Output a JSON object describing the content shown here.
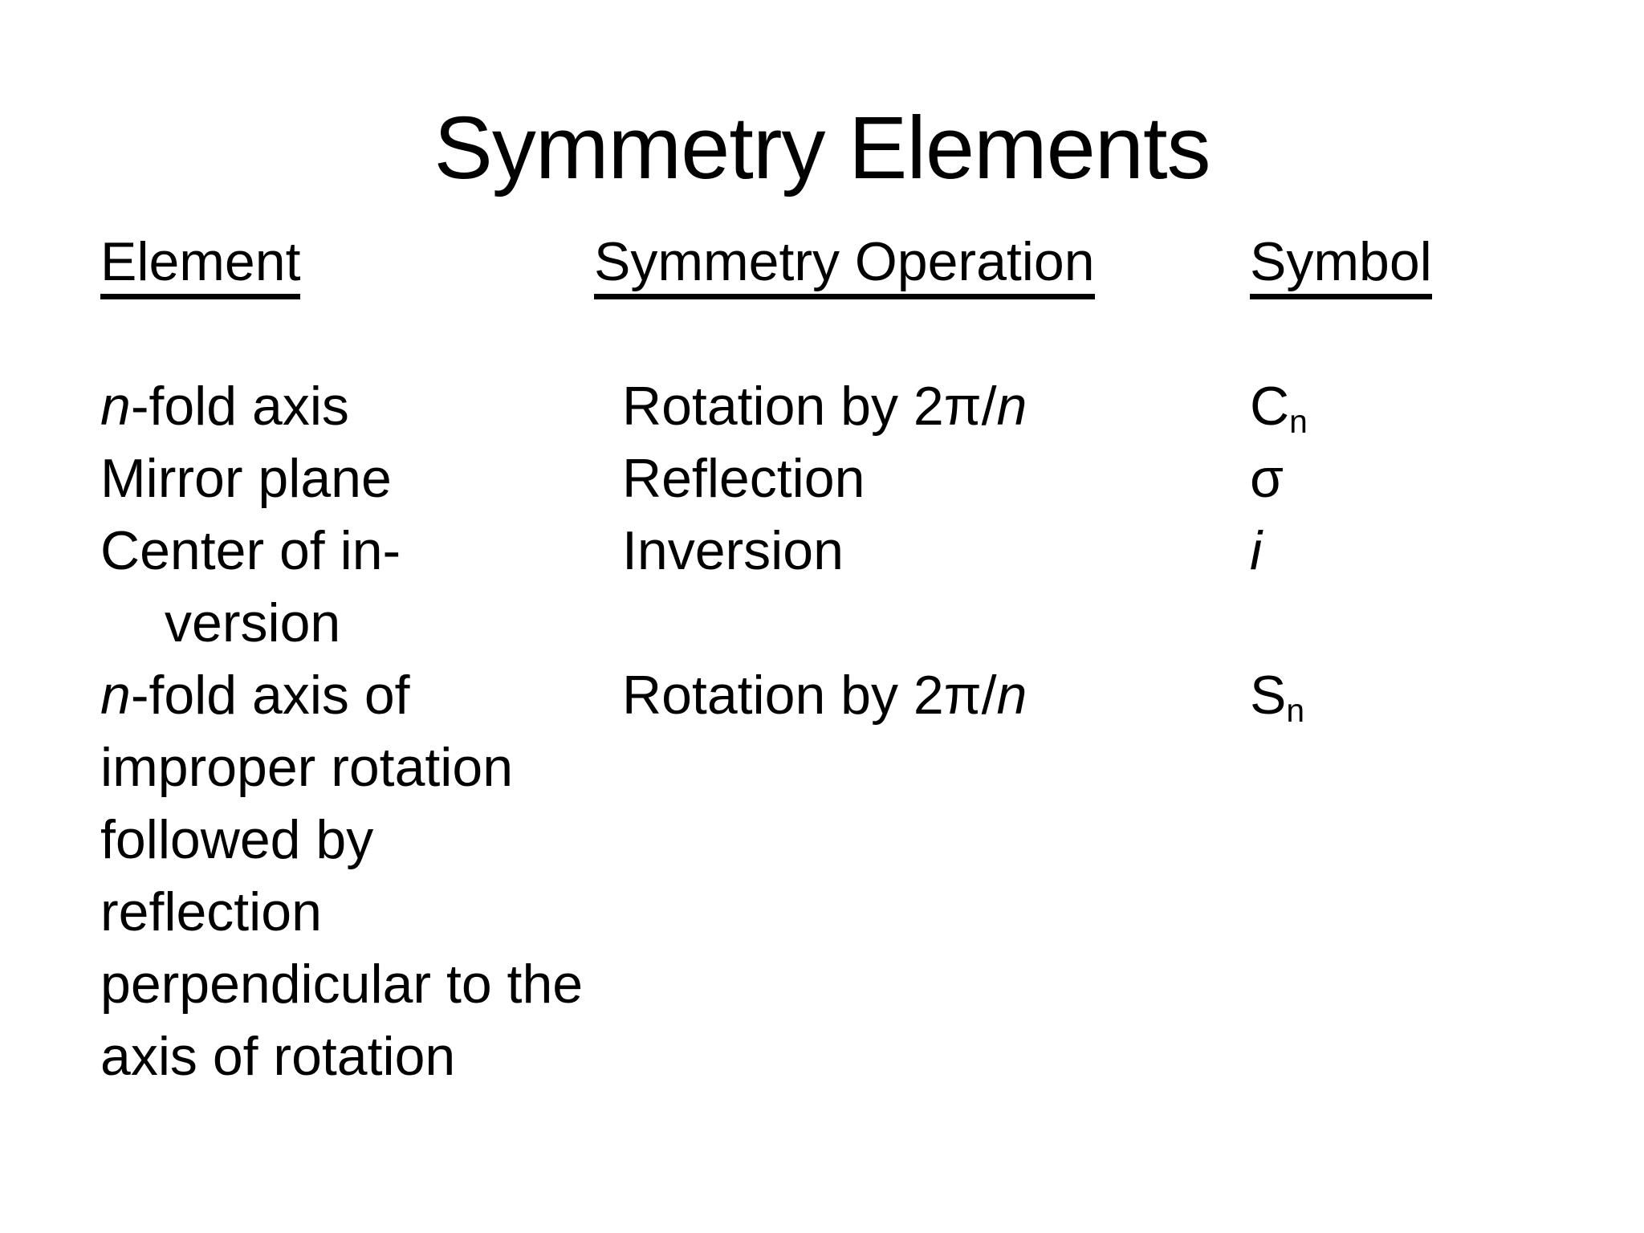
{
  "slide": {
    "title": "Symmetry Elements"
  },
  "colors": {
    "background": "#ffffff",
    "text": "#000000"
  },
  "table": {
    "columns": [
      {
        "id": "element",
        "header": "Element",
        "lines": [
          {
            "segments": []
          },
          {
            "segments": [
              {
                "t": "n",
                "italic": true
              },
              {
                "t": "-fold axis"
              }
            ]
          },
          {
            "segments": [
              {
                "t": "Mirror plane"
              }
            ]
          },
          {
            "segments": [
              {
                "t": "Center of in-"
              }
            ]
          },
          {
            "segments": [
              {
                "t": "version"
              }
            ],
            "indent": true
          },
          {
            "segments": [
              {
                "t": "n",
                "italic": true
              },
              {
                "t": "-fold axis of"
              }
            ]
          },
          {
            "segments": [
              {
                "t": "improper rotation"
              }
            ]
          },
          {
            "segments": [
              {
                "t": "followed by"
              }
            ]
          },
          {
            "segments": [
              {
                "t": "reflection"
              }
            ]
          },
          {
            "segments": [
              {
                "t": "perpendicular to the"
              }
            ]
          },
          {
            "segments": [
              {
                "t": "axis of rotation"
              }
            ]
          }
        ]
      },
      {
        "id": "operation",
        "header": "Symmetry Operation",
        "lines": [
          {
            "segments": []
          },
          {
            "segments": [
              {
                "t": "Rotation by 2π/"
              },
              {
                "t": "n",
                "italic": true
              }
            ]
          },
          {
            "segments": [
              {
                "t": "Reflection"
              }
            ]
          },
          {
            "segments": [
              {
                "t": "Inversion"
              }
            ]
          },
          {
            "segments": []
          },
          {
            "segments": [
              {
                "t": "Rotation by 2π/"
              },
              {
                "t": "n",
                "italic": true
              }
            ]
          }
        ]
      },
      {
        "id": "symbol",
        "header": "Symbol",
        "lines": [
          {
            "segments": []
          },
          {
            "segments": [
              {
                "t": "C"
              },
              {
                "t": "n",
                "sub": true
              }
            ]
          },
          {
            "segments": [
              {
                "t": "σ"
              }
            ]
          },
          {
            "segments": [
              {
                "t": "i",
                "italic": true
              }
            ]
          },
          {
            "segments": []
          },
          {
            "segments": [
              {
                "t": "S"
              },
              {
                "t": "n",
                "sub": true
              }
            ]
          }
        ]
      }
    ]
  }
}
